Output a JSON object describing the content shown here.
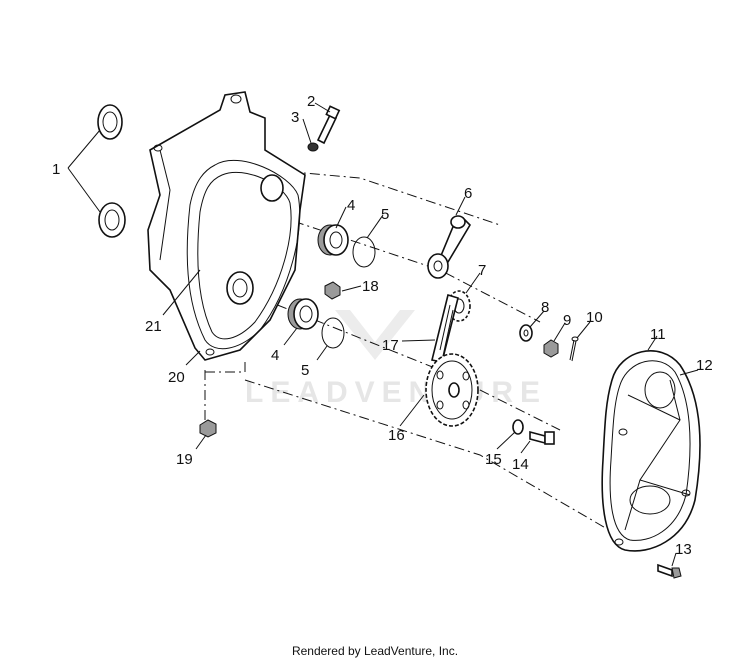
{
  "watermark": {
    "text": "LEADVENTURE"
  },
  "footer": {
    "text": "Rendered by LeadVenture, Inc."
  },
  "part_labels": {
    "p1": "1",
    "p2": "2",
    "p3": "3",
    "p4a": "4",
    "p4b": "4",
    "p5a": "5",
    "p5b": "5",
    "p6": "6",
    "p7": "7",
    "p8": "8",
    "p9": "9",
    "p10": "10",
    "p11": "11",
    "p12": "12",
    "p13": "13",
    "p14": "14",
    "p15": "15",
    "p16": "16",
    "p17": "17",
    "p18": "18",
    "p19": "19",
    "p20": "20",
    "p21": "21"
  }
}
